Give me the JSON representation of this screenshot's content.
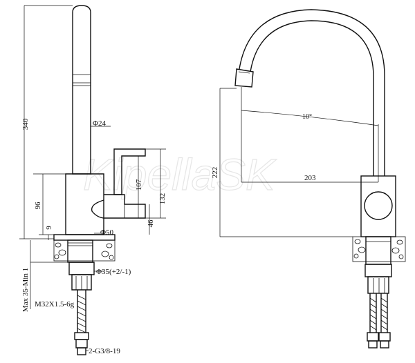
{
  "watermark": "KipellaSK",
  "left_view": {
    "dimensions": {
      "total_height": "340",
      "spout_diameter": "Φ24",
      "handle_height": "107",
      "handle_to_base": "132",
      "body_height": "96",
      "lever_height": "46",
      "base_height": "9",
      "base_diameter": "Φ50",
      "hole_diameter": "Φ35(+2/-1)",
      "countertop_thickness": "Max 35-Min 1",
      "thread": "M32X1.5-6g",
      "hose": "2-G3/8-19"
    }
  },
  "right_view": {
    "dimensions": {
      "rotation_angle": "10°",
      "reach": "203",
      "outlet_height": "222"
    }
  }
}
